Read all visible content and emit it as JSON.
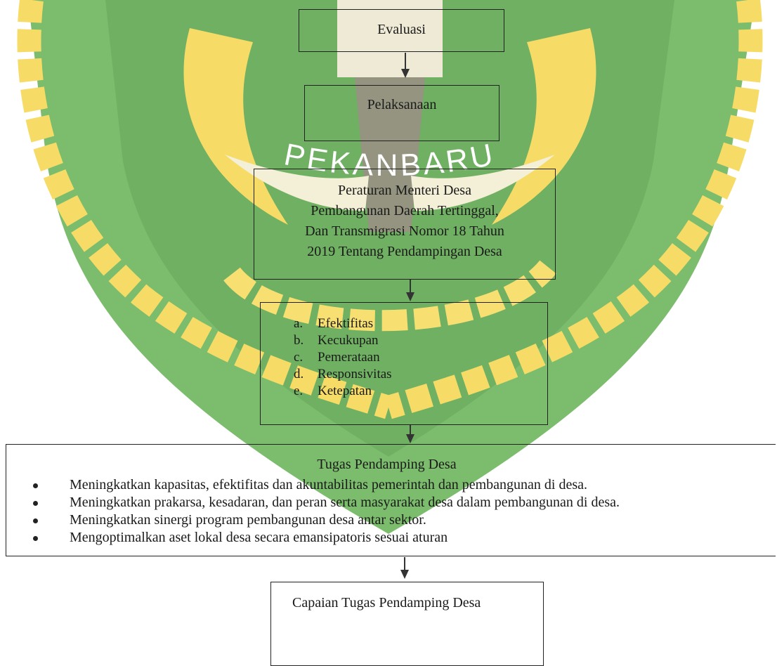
{
  "flow": {
    "step1": {
      "label": "Evaluasi"
    },
    "step2": {
      "label": "Pelaksanaan"
    },
    "step3": {
      "lines": [
        "Peraturan Menteri Desa",
        "Pembangunan Daerah Tertinggal,",
        "Dan Transmigrasi Nomor 18 Tahun",
        "2019 Tentang Pendampingan Desa"
      ]
    },
    "criteria": [
      {
        "marker": "a.",
        "label": "Efektifitas"
      },
      {
        "marker": "b.",
        "label": "Kecukupan"
      },
      {
        "marker": "c.",
        "label": "Pemerataan"
      },
      {
        "marker": "d.",
        "label": "Responsivitas"
      },
      {
        "marker": "e.",
        "label": "Ketepatan"
      }
    ],
    "tasks": {
      "title": "Tugas Pendamping Desa",
      "items": [
        "Meningkatkan kapasitas, efektifitas dan akuntabilitas pemerintah dan pembangunan di desa.",
        "Meningkatkan prakarsa, kesadaran, dan peran serta masyarakat desa dalam pembangunan di desa.",
        "Meningkatkan sinergi program pembangunan desa antar sektor.",
        "Mengoptimalkan aset lokal desa secara emansipatoris sesuai aturan"
      ]
    },
    "result": {
      "label": "Capaian Tugas Pendamping Desa"
    }
  },
  "watermark": {
    "text": "PEKANBARU",
    "colors": {
      "green": "#3f9a2c",
      "yellow": "#f2cd2a",
      "olive": "#6b5a2a"
    }
  }
}
